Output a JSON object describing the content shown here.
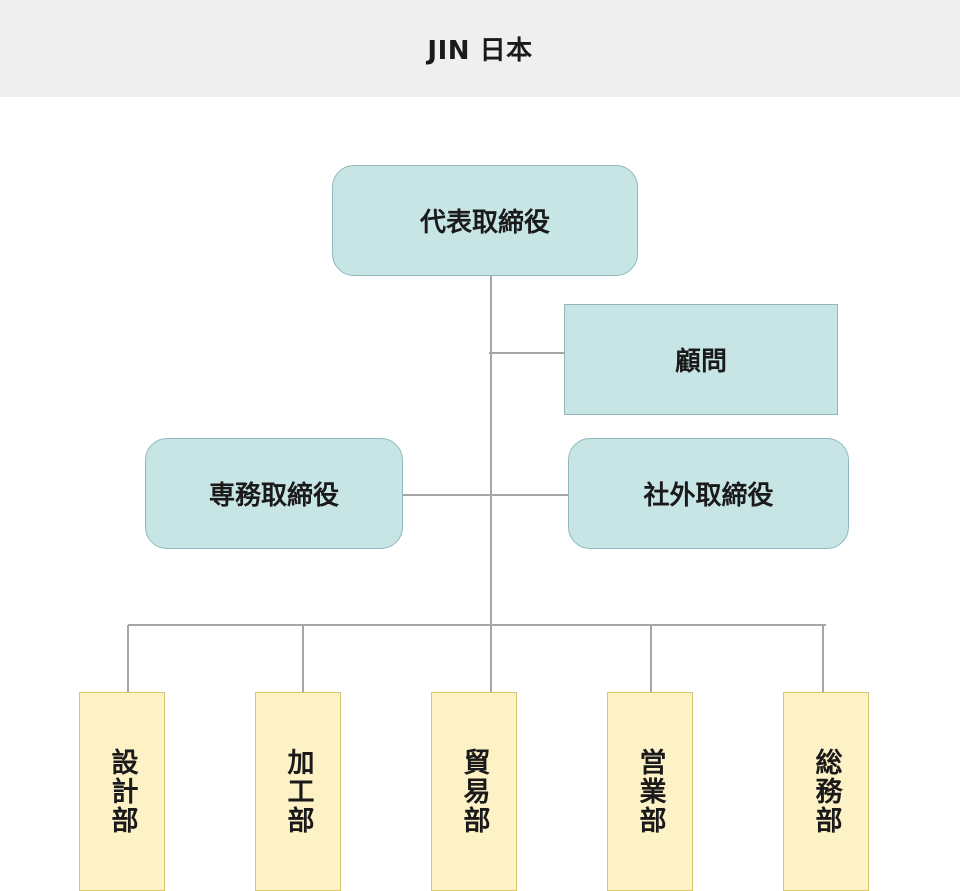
{
  "header": {
    "title": "JIN 日本"
  },
  "org": {
    "president": "代表取締役",
    "advisor": "顧問",
    "senior_director": "専務取締役",
    "outside_director": "社外取締役",
    "departments": [
      "設計部",
      "加工部",
      "貿易部",
      "営業部",
      "総務部"
    ]
  },
  "colors": {
    "header_bg": "#efefef",
    "exec_fill": "#c8e5e5",
    "exec_border": "#8fb8bd",
    "dept_fill": "#fdf1c6",
    "dept_border": "#d9c96a",
    "connector": "#a6a6a6"
  }
}
